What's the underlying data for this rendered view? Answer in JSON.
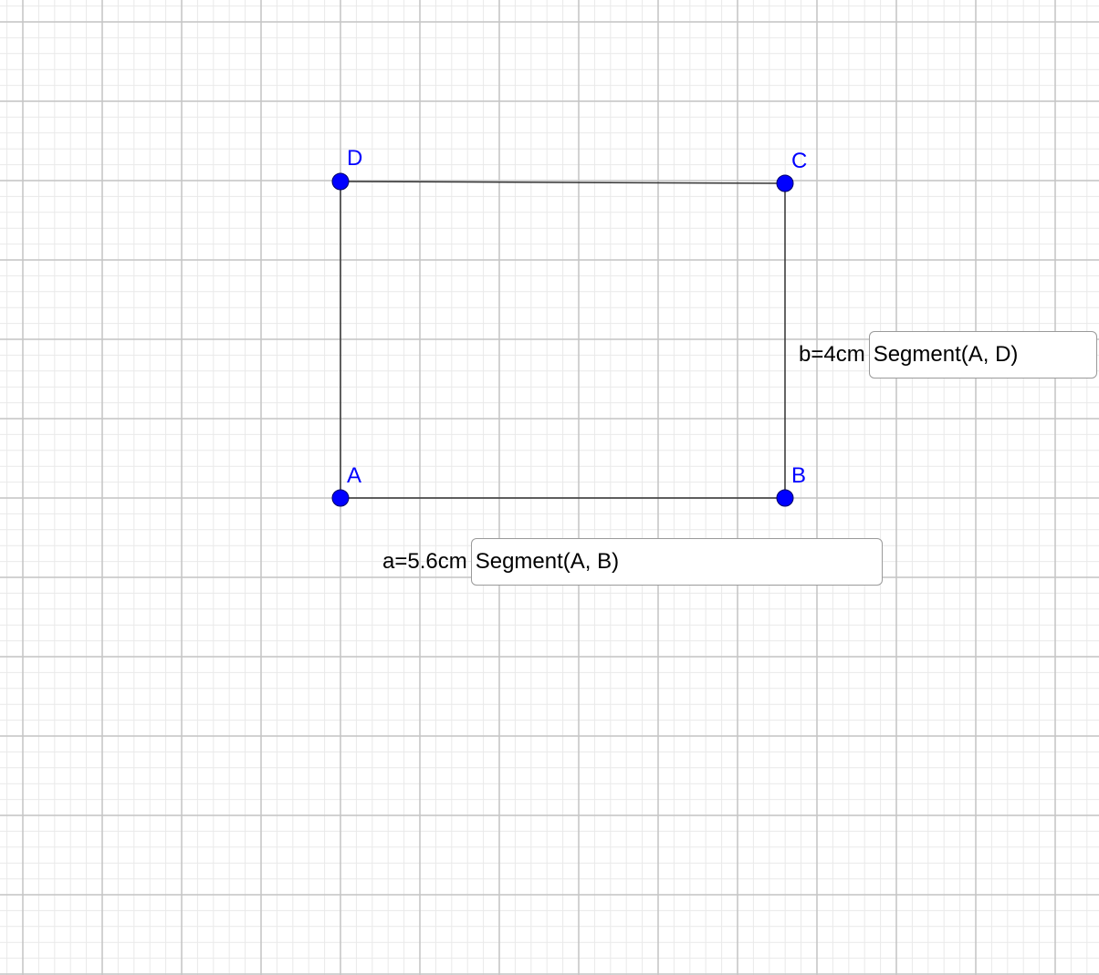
{
  "colors": {
    "point_fill": "#0000ff",
    "point_stroke": "#000066",
    "label": "#0000ff",
    "segment": "#333333",
    "grid_major": "#c4c4c4",
    "grid_minor": "#e9e9e9"
  },
  "points": [
    {
      "id": "A",
      "label": "A"
    },
    {
      "id": "B",
      "label": "B"
    },
    {
      "id": "C",
      "label": "C"
    },
    {
      "id": "D",
      "label": "D"
    }
  ],
  "input_boxes": {
    "b": {
      "caption": "b=4cm",
      "value": "Segment(A, D)"
    },
    "a": {
      "caption": "a=5.6cm",
      "value": "Segment(A, B)"
    }
  }
}
